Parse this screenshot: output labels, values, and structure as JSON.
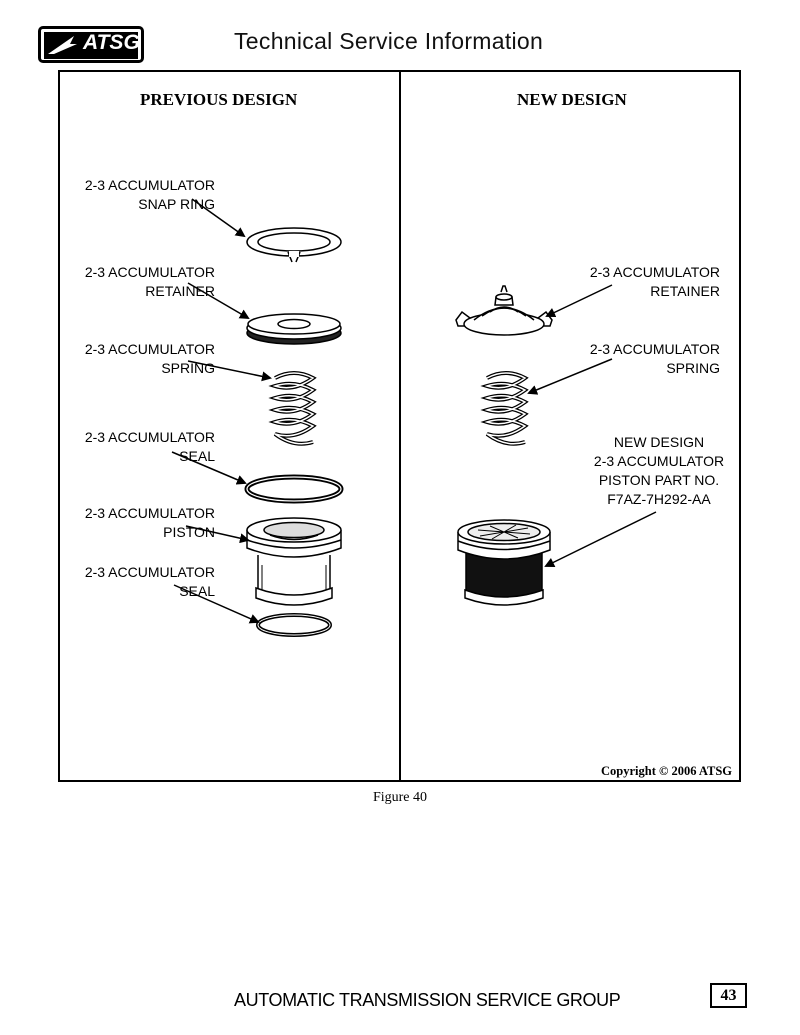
{
  "header": {
    "logo_text": "ATSG",
    "title": "Technical Service Information"
  },
  "panels": {
    "left": {
      "heading": "PREVIOUS DESIGN",
      "labels": [
        {
          "line1": "2-3 ACCUMULATOR",
          "line2": "SNAP RING"
        },
        {
          "line1": "2-3 ACCUMULATOR",
          "line2": "RETAINER"
        },
        {
          "line1": "2-3 ACCUMULATOR",
          "line2": "SPRING"
        },
        {
          "line1": "2-3 ACCUMULATOR",
          "line2": "SEAL"
        },
        {
          "line1": "2-3 ACCUMULATOR",
          "line2": "PISTON"
        },
        {
          "line1": "2-3 ACCUMULATOR",
          "line2": "SEAL"
        }
      ]
    },
    "right": {
      "heading": "NEW DESIGN",
      "labels": [
        {
          "line1": "2-3 ACCUMULATOR",
          "line2": "RETAINER"
        },
        {
          "line1": "2-3 ACCUMULATOR",
          "line2": "SPRING"
        }
      ],
      "new_piston_label": [
        "NEW DESIGN",
        "2-3 ACCUMULATOR",
        "PISTON PART NO.",
        "F7AZ-7H292-AA"
      ]
    }
  },
  "copyright": "Copyright © 2006 ATSG",
  "figure_caption": "Figure 40",
  "footer": {
    "text": "AUTOMATIC TRANSMISSION SERVICE GROUP",
    "page_number": "43"
  }
}
